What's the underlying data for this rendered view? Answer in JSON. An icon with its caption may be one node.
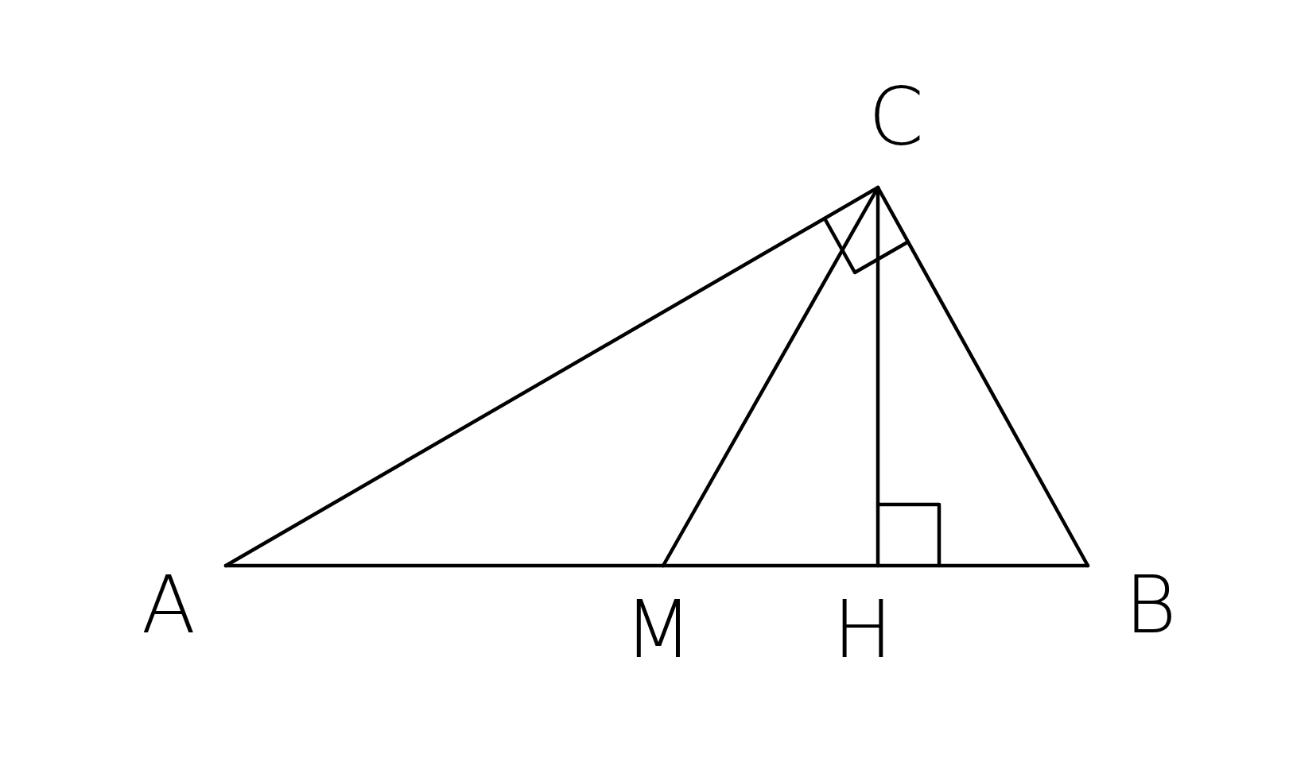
{
  "diagram": {
    "nodes": [
      {
        "text": [
          "C"
        ]
      },
      {
        "text": [
          "A"
        ]
      },
      {
        "text": [
          "M"
        ]
      },
      {
        "text": [
          "H"
        ]
      },
      {
        "text": [
          "B"
        ]
      }
    ],
    "edges": [
      {
        "from": 1,
        "to": 0,
        "arrow": "none"
      },
      {
        "from": 0,
        "to": 4,
        "arrow": "none"
      },
      {
        "from": 1,
        "to": 2,
        "arrow": "none"
      },
      {
        "from": 2,
        "to": 3,
        "arrow": "none"
      },
      {
        "from": 3,
        "to": 4,
        "arrow": "none"
      },
      {
        "from": 0,
        "to": 2,
        "arrow": "none"
      },
      {
        "from": 0,
        "to": 3,
        "arrow": "none"
      }
    ]
  }
}
